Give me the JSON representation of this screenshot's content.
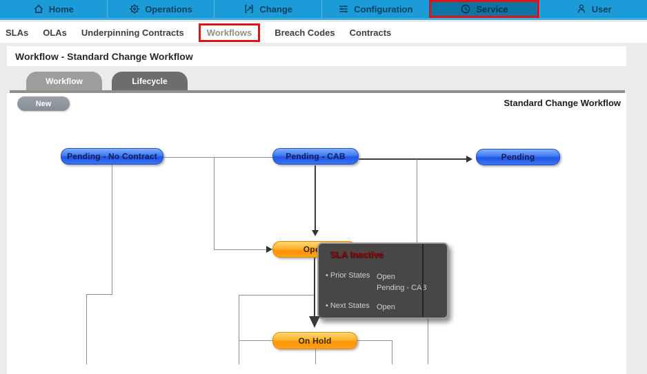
{
  "nav": {
    "bar_color": "#1b9cd8",
    "active_bg": "#0d74a3",
    "highlight_border": "#e01212",
    "items": [
      {
        "label": "Home",
        "icon": "home-icon"
      },
      {
        "label": "Operations",
        "icon": "operations-icon"
      },
      {
        "label": "Change",
        "icon": "change-icon"
      },
      {
        "label": "Configuration",
        "icon": "configuration-icon"
      },
      {
        "label": "Service",
        "icon": "service-icon",
        "active": true
      },
      {
        "label": "User",
        "icon": "user-icon"
      }
    ]
  },
  "subnav": {
    "items": [
      {
        "label": "SLAs"
      },
      {
        "label": "OLAs"
      },
      {
        "label": "Underpinning Contracts"
      },
      {
        "label": "Workflows",
        "highlighted": true
      },
      {
        "label": "Breach Codes"
      },
      {
        "label": "Contracts"
      }
    ]
  },
  "page": {
    "title": "Workflow - Standard Change Workflow"
  },
  "tabs": [
    {
      "label": "Workflow",
      "active": true
    },
    {
      "label": "Lifecycle",
      "active": false
    }
  ],
  "toolbar": {
    "new_button": "New",
    "workflow_name": "Standard Change Workflow"
  },
  "diagram": {
    "node_colors": {
      "blue": "#2f6fe8",
      "orange": "#ffa51f"
    },
    "nodes": [
      {
        "id": "pending-no-contract",
        "label": "Pending - No Contract",
        "color": "blue"
      },
      {
        "id": "pending-cab",
        "label": "Pending - CAB",
        "color": "blue"
      },
      {
        "id": "pending",
        "label": "Pending",
        "color": "blue"
      },
      {
        "id": "open",
        "label": "Open",
        "color": "orange"
      },
      {
        "id": "on-hold",
        "label": "On Hold",
        "color": "orange"
      }
    ]
  },
  "tooltip": {
    "title": "SLA Inactive",
    "title_color": "#9b0000",
    "bullet": "•",
    "rows": [
      {
        "label": "Prior States",
        "values": [
          "Open",
          "Pending - CAB"
        ]
      },
      {
        "label": "Next States",
        "values": [
          "Open"
        ]
      }
    ]
  }
}
